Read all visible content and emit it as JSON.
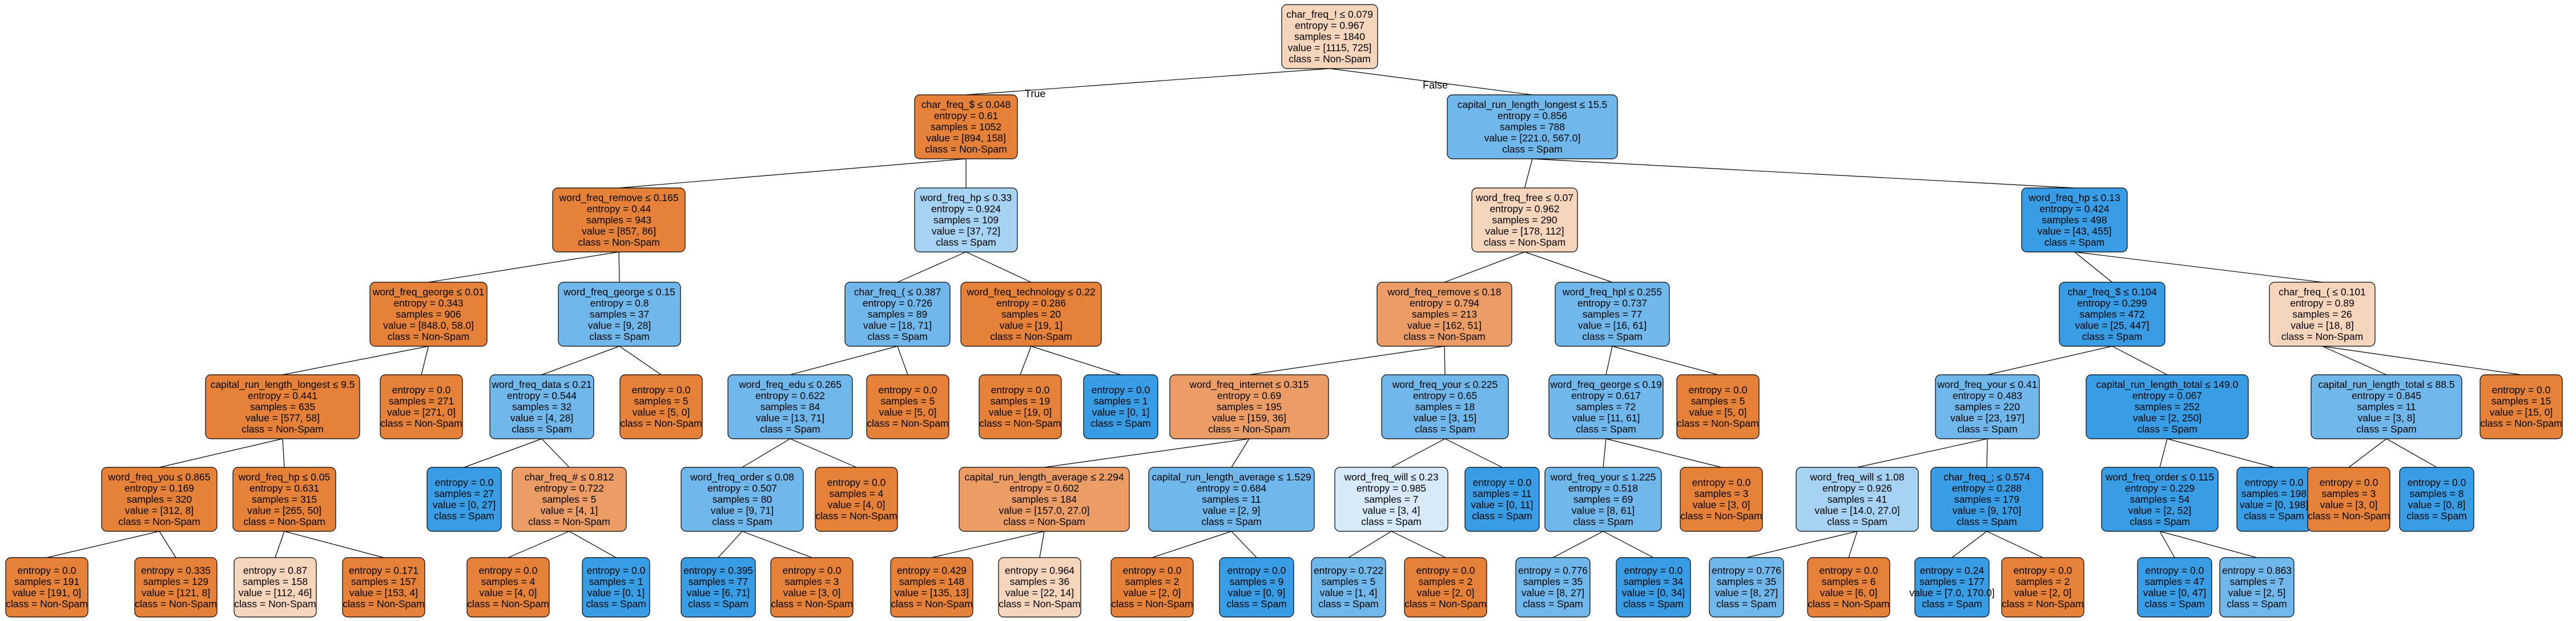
{
  "colors": {
    "nonspam_strong": "#e58139",
    "nonspam_mid": "#eb9d65",
    "nonspam_light": "#f6d5bd",
    "spam_strong": "#399de5",
    "spam_mid": "#70b8ec",
    "spam_light": "#d6eaf9"
  },
  "edge_labels": {
    "left": "True",
    "right": "False"
  },
  "nodes": [
    {
      "id": 0,
      "cls": "nonspam",
      "shade": "light",
      "lines": [
        "char_freq_! ≤ 0.079",
        "entropy = 0.967",
        "samples = 1840",
        "value = [1115, 725]",
        "class = Non-Spam"
      ]
    },
    {
      "id": 1,
      "cls": "nonspam",
      "shade": "strong",
      "lines": [
        "char_freq_$ ≤ 0.048",
        "entropy = 0.61",
        "samples = 1052",
        "value = [894, 158]",
        "class = Non-Spam"
      ]
    },
    {
      "id": 2,
      "cls": "spam",
      "shade": "mid",
      "lines": [
        "capital_run_length_longest ≤ 15.5",
        "entropy = 0.856",
        "samples = 788",
        "value = [221.0, 567.0]",
        "class = Spam"
      ]
    },
    {
      "id": 3,
      "cls": "nonspam",
      "shade": "strong",
      "lines": [
        "word_freq_remove ≤ 0.165",
        "entropy = 0.44",
        "samples = 943",
        "value = [857, 86]",
        "class = Non-Spam"
      ]
    },
    {
      "id": 4,
      "cls": "spam",
      "shade": "light2",
      "lines": [
        "word_freq_hp ≤ 0.33",
        "entropy = 0.924",
        "samples = 109",
        "value = [37, 72]",
        "class = Spam"
      ]
    },
    {
      "id": 5,
      "cls": "nonspam",
      "shade": "light",
      "lines": [
        "word_freq_free ≤ 0.07",
        "entropy = 0.962",
        "samples = 290",
        "value = [178, 112]",
        "class = Non-Spam"
      ]
    },
    {
      "id": 6,
      "cls": "spam",
      "shade": "strong",
      "lines": [
        "word_freq_hp ≤ 0.13",
        "entropy = 0.424",
        "samples = 498",
        "value = [43, 455]",
        "class = Spam"
      ]
    },
    {
      "id": 7,
      "cls": "nonspam",
      "shade": "strong",
      "lines": [
        "word_freq_george ≤ 0.01",
        "entropy = 0.343",
        "samples = 906",
        "value = [848.0, 58.0]",
        "class = Non-Spam"
      ]
    },
    {
      "id": 8,
      "cls": "spam",
      "shade": "mid",
      "lines": [
        "word_freq_george ≤ 0.15",
        "entropy = 0.8",
        "samples = 37",
        "value = [9, 28]",
        "class = Spam"
      ]
    },
    {
      "id": 9,
      "cls": "spam",
      "shade": "mid",
      "lines": [
        "char_freq_( ≤ 0.387",
        "entropy = 0.726",
        "samples = 89",
        "value = [18, 71]",
        "class = Spam"
      ]
    },
    {
      "id": 10,
      "cls": "nonspam",
      "shade": "strong",
      "lines": [
        "word_freq_technology ≤ 0.22",
        "entropy = 0.286",
        "samples = 20",
        "value = [19, 1]",
        "class = Non-Spam"
      ]
    },
    {
      "id": 11,
      "cls": "nonspam",
      "shade": "mid",
      "lines": [
        "word_freq_remove ≤ 0.18",
        "entropy = 0.794",
        "samples = 213",
        "value = [162, 51]",
        "class = Non-Spam"
      ]
    },
    {
      "id": 12,
      "cls": "spam",
      "shade": "mid",
      "lines": [
        "word_freq_hpl ≤ 0.255",
        "entropy = 0.737",
        "samples = 77",
        "value = [16, 61]",
        "class = Spam"
      ]
    },
    {
      "id": 13,
      "cls": "spam",
      "shade": "strong",
      "lines": [
        "char_freq_$ ≤ 0.104",
        "entropy = 0.299",
        "samples = 472",
        "value = [25, 447]",
        "class = Spam"
      ]
    },
    {
      "id": 14,
      "cls": "nonspam",
      "shade": "light",
      "lines": [
        "char_freq_( ≤ 0.101",
        "entropy = 0.89",
        "samples = 26",
        "value = [18, 8]",
        "class = Non-Spam"
      ]
    },
    {
      "id": 15,
      "cls": "nonspam",
      "shade": "strong",
      "lines": [
        "capital_run_length_longest ≤ 9.5",
        "entropy = 0.441",
        "samples = 635",
        "value = [577, 58]",
        "class = Non-Spam"
      ]
    },
    {
      "id": 16,
      "cls": "nonspam",
      "shade": "strong",
      "lines": [
        "entropy = 0.0",
        "samples = 271",
        "value = [271, 0]",
        "class = Non-Spam"
      ]
    },
    {
      "id": 17,
      "cls": "spam",
      "shade": "mid",
      "lines": [
        "word_freq_data ≤ 0.21",
        "entropy = 0.544",
        "samples = 32",
        "value = [4, 28]",
        "class = Spam"
      ]
    },
    {
      "id": 18,
      "cls": "nonspam",
      "shade": "strong",
      "lines": [
        "entropy = 0.0",
        "samples = 5",
        "value = [5, 0]",
        "class = Non-Spam"
      ]
    },
    {
      "id": 19,
      "cls": "spam",
      "shade": "mid",
      "lines": [
        "word_freq_edu ≤ 0.265",
        "entropy = 0.622",
        "samples = 84",
        "value = [13, 71]",
        "class = Spam"
      ]
    },
    {
      "id": 20,
      "cls": "nonspam",
      "shade": "strong",
      "lines": [
        "entropy = 0.0",
        "samples = 5",
        "value = [5, 0]",
        "class = Non-Spam"
      ]
    },
    {
      "id": 21,
      "cls": "nonspam",
      "shade": "strong",
      "lines": [
        "entropy = 0.0",
        "samples = 19",
        "value = [19, 0]",
        "class = Non-Spam"
      ]
    },
    {
      "id": 22,
      "cls": "spam",
      "shade": "strong",
      "lines": [
        "entropy = 0.0",
        "samples = 1",
        "value = [0, 1]",
        "class = Spam"
      ]
    },
    {
      "id": 23,
      "cls": "nonspam",
      "shade": "mid",
      "lines": [
        "word_freq_internet ≤ 0.315",
        "entropy = 0.69",
        "samples = 195",
        "value = [159, 36]",
        "class = Non-Spam"
      ]
    },
    {
      "id": 24,
      "cls": "spam",
      "shade": "mid",
      "lines": [
        "word_freq_your ≤ 0.225",
        "entropy = 0.65",
        "samples = 18",
        "value = [3, 15]",
        "class = Spam"
      ]
    },
    {
      "id": 25,
      "cls": "spam",
      "shade": "mid",
      "lines": [
        "word_freq_george ≤ 0.19",
        "entropy = 0.617",
        "samples = 72",
        "value = [11, 61]",
        "class = Spam"
      ]
    },
    {
      "id": 26,
      "cls": "nonspam",
      "shade": "strong",
      "lines": [
        "entropy = 0.0",
        "samples = 5",
        "value = [5, 0]",
        "class = Non-Spam"
      ]
    },
    {
      "id": 27,
      "cls": "spam",
      "shade": "mid",
      "lines": [
        "word_freq_your ≤ 0.41",
        "entropy = 0.483",
        "samples = 220",
        "value = [23, 197]",
        "class = Spam"
      ]
    },
    {
      "id": 28,
      "cls": "spam",
      "shade": "strong",
      "lines": [
        "capital_run_length_total ≤ 149.0",
        "entropy = 0.067",
        "samples = 252",
        "value = [2, 250]",
        "class = Spam"
      ]
    },
    {
      "id": 29,
      "cls": "spam",
      "shade": "mid",
      "lines": [
        "capital_run_length_total ≤ 88.5",
        "entropy = 0.845",
        "samples = 11",
        "value = [3, 8]",
        "class = Spam"
      ]
    },
    {
      "id": 30,
      "cls": "nonspam",
      "shade": "strong",
      "lines": [
        "entropy = 0.0",
        "samples = 15",
        "value = [15, 0]",
        "class = Non-Spam"
      ]
    },
    {
      "id": 31,
      "cls": "nonspam",
      "shade": "strong",
      "lines": [
        "word_freq_you ≤ 0.865",
        "entropy = 0.169",
        "samples = 320",
        "value = [312, 8]",
        "class = Non-Spam"
      ]
    },
    {
      "id": 32,
      "cls": "nonspam",
      "shade": "strong",
      "lines": [
        "word_freq_hp ≤ 0.05",
        "entropy = 0.631",
        "samples = 315",
        "value = [265, 50]",
        "class = Non-Spam"
      ]
    },
    {
      "id": 33,
      "cls": "spam",
      "shade": "strong",
      "lines": [
        "entropy = 0.0",
        "samples = 27",
        "value = [0, 27]",
        "class = Spam"
      ]
    },
    {
      "id": 34,
      "cls": "nonspam",
      "shade": "mid",
      "lines": [
        "char_freq_# ≤ 0.812",
        "entropy = 0.722",
        "samples = 5",
        "value = [4, 1]",
        "class = Non-Spam"
      ]
    },
    {
      "id": 35,
      "cls": "spam",
      "shade": "mid",
      "lines": [
        "word_freq_order ≤ 0.08",
        "entropy = 0.507",
        "samples = 80",
        "value = [9, 71]",
        "class = Spam"
      ]
    },
    {
      "id": 36,
      "cls": "nonspam",
      "shade": "strong",
      "lines": [
        "entropy = 0.0",
        "samples = 4",
        "value = [4, 0]",
        "class = Non-Spam"
      ]
    },
    {
      "id": 37,
      "cls": "nonspam",
      "shade": "mid",
      "lines": [
        "capital_run_length_average ≤ 2.294",
        "entropy = 0.602",
        "samples = 184",
        "value = [157.0, 27.0]",
        "class = Non-Spam"
      ]
    },
    {
      "id": 38,
      "cls": "spam",
      "shade": "mid",
      "lines": [
        "capital_run_length_average ≤ 1.529",
        "entropy = 0.684",
        "samples = 11",
        "value = [2, 9]",
        "class = Spam"
      ]
    },
    {
      "id": 39,
      "cls": "spam",
      "shade": "light",
      "lines": [
        "word_freq_will ≤ 0.23",
        "entropy = 0.985",
        "samples = 7",
        "value = [3, 4]",
        "class = Spam"
      ]
    },
    {
      "id": 40,
      "cls": "spam",
      "shade": "strong",
      "lines": [
        "entropy = 0.0",
        "samples = 11",
        "value = [0, 11]",
        "class = Spam"
      ]
    },
    {
      "id": 41,
      "cls": "spam",
      "shade": "mid",
      "lines": [
        "word_freq_your ≤ 1.225",
        "entropy = 0.518",
        "samples = 69",
        "value = [8, 61]",
        "class = Spam"
      ]
    },
    {
      "id": 42,
      "cls": "nonspam",
      "shade": "strong",
      "lines": [
        "entropy = 0.0",
        "samples = 3",
        "value = [3, 0]",
        "class = Non-Spam"
      ]
    },
    {
      "id": 43,
      "cls": "spam",
      "shade": "light2",
      "lines": [
        "word_freq_will ≤ 1.08",
        "entropy = 0.926",
        "samples = 41",
        "value = [14.0, 27.0]",
        "class = Spam"
      ]
    },
    {
      "id": 44,
      "cls": "spam",
      "shade": "strong",
      "lines": [
        "char_freq_; ≤ 0.574",
        "entropy = 0.288",
        "samples = 179",
        "value = [9, 170]",
        "class = Spam"
      ]
    },
    {
      "id": 45,
      "cls": "spam",
      "shade": "strong",
      "lines": [
        "word_freq_order ≤ 0.115",
        "entropy = 0.229",
        "samples = 54",
        "value = [2, 52]",
        "class = Spam"
      ]
    },
    {
      "id": 46,
      "cls": "spam",
      "shade": "strong",
      "lines": [
        "entropy = 0.0",
        "samples = 198",
        "value = [0, 198]",
        "class = Spam"
      ]
    },
    {
      "id": 47,
      "cls": "nonspam",
      "shade": "strong",
      "lines": [
        "entropy = 0.0",
        "samples = 3",
        "value = [3, 0]",
        "class = Non-Spam"
      ]
    },
    {
      "id": 48,
      "cls": "spam",
      "shade": "strong",
      "lines": [
        "entropy = 0.0",
        "samples = 8",
        "value = [0, 8]",
        "class = Spam"
      ]
    },
    {
      "id": 49,
      "cls": "nonspam",
      "shade": "strong",
      "lines": [
        "entropy = 0.0",
        "samples = 191",
        "value = [191, 0]",
        "class = Non-Spam"
      ]
    },
    {
      "id": 50,
      "cls": "nonspam",
      "shade": "strong",
      "lines": [
        "entropy = 0.335",
        "samples = 129",
        "value = [121, 8]",
        "class = Non-Spam"
      ]
    },
    {
      "id": 51,
      "cls": "nonspam",
      "shade": "light",
      "lines": [
        "entropy = 0.87",
        "samples = 158",
        "value = [112, 46]",
        "class = Non-Spam"
      ]
    },
    {
      "id": 52,
      "cls": "nonspam",
      "shade": "strong",
      "lines": [
        "entropy = 0.171",
        "samples = 157",
        "value = [153, 4]",
        "class = Non-Spam"
      ]
    },
    {
      "id": 53,
      "cls": "nonspam",
      "shade": "strong",
      "lines": [
        "entropy = 0.0",
        "samples = 4",
        "value = [4, 0]",
        "class = Non-Spam"
      ]
    },
    {
      "id": 54,
      "cls": "spam",
      "shade": "strong",
      "lines": [
        "entropy = 0.0",
        "samples = 1",
        "value = [0, 1]",
        "class = Spam"
      ]
    },
    {
      "id": 55,
      "cls": "spam",
      "shade": "strong",
      "lines": [
        "entropy = 0.395",
        "samples = 77",
        "value = [6, 71]",
        "class = Spam"
      ]
    },
    {
      "id": 56,
      "cls": "nonspam",
      "shade": "strong",
      "lines": [
        "entropy = 0.0",
        "samples = 3",
        "value = [3, 0]",
        "class = Non-Spam"
      ]
    },
    {
      "id": 57,
      "cls": "nonspam",
      "shade": "strong",
      "lines": [
        "entropy = 0.429",
        "samples = 148",
        "value = [135, 13]",
        "class = Non-Spam"
      ]
    },
    {
      "id": 58,
      "cls": "nonspam",
      "shade": "light",
      "lines": [
        "entropy = 0.964",
        "samples = 36",
        "value = [22, 14]",
        "class = Non-Spam"
      ]
    },
    {
      "id": 59,
      "cls": "nonspam",
      "shade": "strong",
      "lines": [
        "entropy = 0.0",
        "samples = 2",
        "value = [2, 0]",
        "class = Non-Spam"
      ]
    },
    {
      "id": 60,
      "cls": "spam",
      "shade": "strong",
      "lines": [
        "entropy = 0.0",
        "samples = 9",
        "value = [0, 9]",
        "class = Spam"
      ]
    },
    {
      "id": 61,
      "cls": "spam",
      "shade": "mid",
      "lines": [
        "entropy = 0.722",
        "samples = 5",
        "value = [1, 4]",
        "class = Spam"
      ]
    },
    {
      "id": 62,
      "cls": "nonspam",
      "shade": "strong",
      "lines": [
        "entropy = 0.0",
        "samples = 2",
        "value = [2, 0]",
        "class = Non-Spam"
      ]
    },
    {
      "id": 63,
      "cls": "spam",
      "shade": "mid",
      "lines": [
        "entropy = 0.776",
        "samples = 35",
        "value = [8, 27]",
        "class = Spam"
      ]
    },
    {
      "id": 64,
      "cls": "spam",
      "shade": "strong",
      "lines": [
        "entropy = 0.0",
        "samples = 34",
        "value = [0, 34]",
        "class = Spam"
      ]
    },
    {
      "id": 65,
      "cls": "spam",
      "shade": "mid",
      "lines": [
        "entropy = 0.776",
        "samples = 35",
        "value = [8, 27]",
        "class = Spam"
      ]
    },
    {
      "id": 66,
      "cls": "nonspam",
      "shade": "strong",
      "lines": [
        "entropy = 0.0",
        "samples = 6",
        "value = [6, 0]",
        "class = Non-Spam"
      ]
    },
    {
      "id": 67,
      "cls": "spam",
      "shade": "strong",
      "lines": [
        "entropy = 0.24",
        "samples = 177",
        "value = [7.0, 170.0]",
        "class = Spam"
      ]
    },
    {
      "id": 68,
      "cls": "nonspam",
      "shade": "strong",
      "lines": [
        "entropy = 0.0",
        "samples = 2",
        "value = [2, 0]",
        "class = Non-Spam"
      ]
    },
    {
      "id": 69,
      "cls": "spam",
      "shade": "strong",
      "lines": [
        "entropy = 0.0",
        "samples = 47",
        "value = [0, 47]",
        "class = Spam"
      ]
    },
    {
      "id": 70,
      "cls": "spam",
      "shade": "mid",
      "lines": [
        "entropy = 0.863",
        "samples = 7",
        "value = [2, 5]",
        "class = Spam"
      ]
    }
  ],
  "edges": [
    [
      0,
      1
    ],
    [
      0,
      2
    ],
    [
      1,
      3
    ],
    [
      1,
      4
    ],
    [
      2,
      5
    ],
    [
      2,
      6
    ],
    [
      3,
      7
    ],
    [
      3,
      8
    ],
    [
      4,
      9
    ],
    [
      4,
      10
    ],
    [
      5,
      11
    ],
    [
      5,
      12
    ],
    [
      6,
      13
    ],
    [
      6,
      14
    ],
    [
      7,
      15
    ],
    [
      7,
      16
    ],
    [
      8,
      17
    ],
    [
      8,
      18
    ],
    [
      9,
      19
    ],
    [
      9,
      20
    ],
    [
      10,
      21
    ],
    [
      10,
      22
    ],
    [
      11,
      23
    ],
    [
      11,
      24
    ],
    [
      12,
      25
    ],
    [
      12,
      26
    ],
    [
      13,
      27
    ],
    [
      13,
      28
    ],
    [
      14,
      29
    ],
    [
      14,
      30
    ],
    [
      15,
      31
    ],
    [
      15,
      32
    ],
    [
      17,
      33
    ],
    [
      17,
      34
    ],
    [
      19,
      35
    ],
    [
      19,
      36
    ],
    [
      23,
      37
    ],
    [
      23,
      38
    ],
    [
      24,
      39
    ],
    [
      24,
      40
    ],
    [
      25,
      41
    ],
    [
      25,
      42
    ],
    [
      27,
      43
    ],
    [
      27,
      44
    ],
    [
      28,
      45
    ],
    [
      28,
      46
    ],
    [
      29,
      47
    ],
    [
      29,
      48
    ],
    [
      31,
      49
    ],
    [
      31,
      50
    ],
    [
      32,
      51
    ],
    [
      32,
      52
    ],
    [
      34,
      53
    ],
    [
      34,
      54
    ],
    [
      35,
      55
    ],
    [
      35,
      56
    ],
    [
      37,
      57
    ],
    [
      37,
      58
    ],
    [
      38,
      59
    ],
    [
      38,
      60
    ],
    [
      39,
      61
    ],
    [
      39,
      62
    ],
    [
      41,
      63
    ],
    [
      41,
      64
    ],
    [
      43,
      65
    ],
    [
      43,
      66
    ],
    [
      44,
      67
    ],
    [
      44,
      68
    ],
    [
      45,
      69
    ],
    [
      45,
      70
    ]
  ]
}
